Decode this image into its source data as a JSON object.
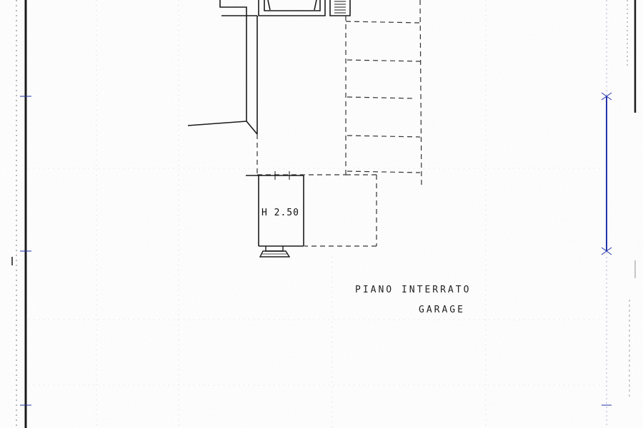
{
  "drawing": {
    "level_title": "PIANO INTERRATO",
    "level_subtitle": "GARAGE",
    "room_height_label": "H 2.50"
  },
  "colors": {
    "paper": "#ffffff",
    "ink": "#1a1a1a",
    "dashed_ink": "#333333",
    "blue_line": "#2233aa",
    "faint_grid": "#9aa0c8"
  }
}
